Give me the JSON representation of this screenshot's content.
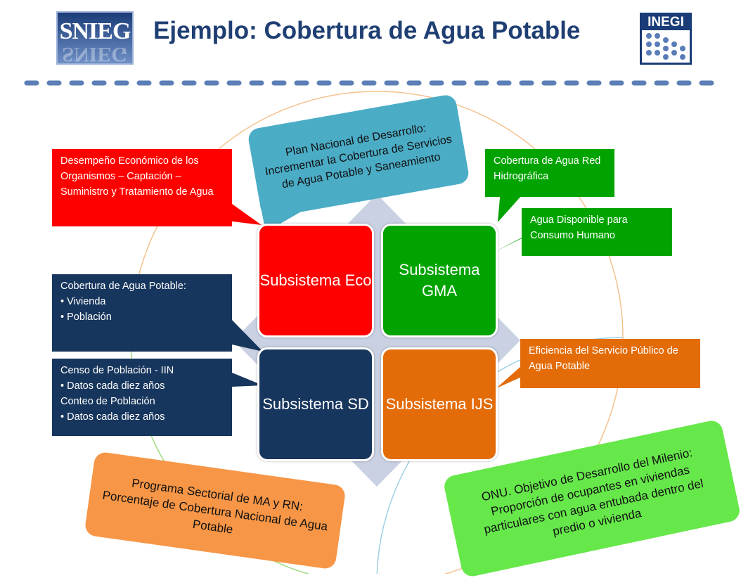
{
  "header": {
    "title": "Ejemplo: Cobertura de Agua Potable",
    "logo_left_text": "SNIEG",
    "logo_right_text": "INEGI"
  },
  "subsystems": {
    "eco": "Subsistema Eco",
    "gma": "Subsistema GMA",
    "sd": "Subsistema SD",
    "ijs": "Subsistema IJS"
  },
  "callouts": {
    "plan_nacional": "Plan Nacional de Desarrollo: Incrementar la Cobertura de Servicios de Agua Potable y Saneamiento",
    "desempeno": "Desempeño Económico de los Organismos – Captación – Suministro y Tratamiento de Agua",
    "cobertura_red": "Cobertura de Agua Red Hidrográfica",
    "agua_disponible": "Agua Disponible para Consumo Humano",
    "cobertura_potable": {
      "heading": "Cobertura de Agua Potable:",
      "items": [
        "Vivienda",
        "Población"
      ]
    },
    "censo": {
      "line1": "Censo de Población - IIN",
      "bullet1": "Datos cada diez años",
      "line2": "Conteo de Población",
      "bullet2": "Datos cada diez años"
    },
    "eficiencia": "Eficiencia del Servicio Público de Agua Potable",
    "programa_sectorial": "Programa Sectorial de MA y RN: Porcentaje de Cobertura Nacional de Agua Potable",
    "onu": "ONU. Objetivo de Desarrollo del Milenio: Proporción de ocupantes en viviendas particulares con agua entubada dentro del predio o vivienda"
  },
  "colors": {
    "title": "#1f3f73",
    "eco": "#ff0000",
    "gma": "#00a300",
    "sd": "#17365d",
    "ijs": "#e36c09",
    "plan_nacional": "#4bacc6",
    "programa_sectorial": "#f79646",
    "onu": "#66e84a",
    "diamond": "#c9d1e3"
  }
}
